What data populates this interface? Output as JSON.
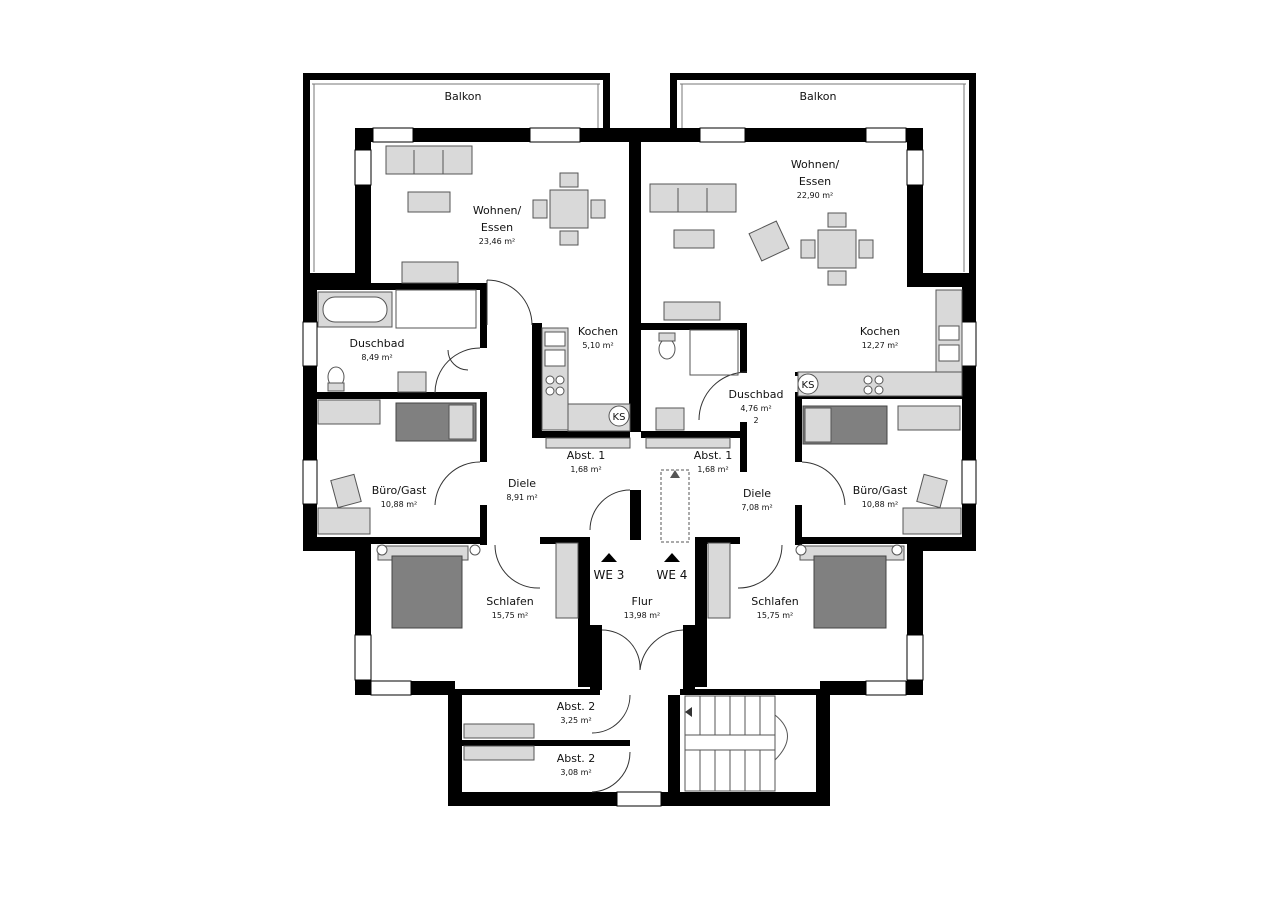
{
  "labels": {
    "balkon_left": "Balkon",
    "balkon_right": "Balkon",
    "wohnen_left_1": "Wohnen/",
    "wohnen_left_2": "Essen",
    "wohnen_left_area": "23,46 m²",
    "wohnen_right_1": "Wohnen/",
    "wohnen_right_2": "Essen",
    "wohnen_right_area": "22,90 m²",
    "kochen_left": "Kochen",
    "kochen_left_area": "5,10 m²",
    "kochen_right": "Kochen",
    "kochen_right_area": "12,27 m²",
    "duschbad_left": "Duschbad",
    "duschbad_left_area": "8,49 m²",
    "duschbad_right": "Duschbad",
    "duschbad_right_area": "4,76 m²",
    "duschbad_right_extra": "2",
    "abst1_left": "Abst. 1",
    "abst1_left_area": "1,68 m²",
    "abst1_right": "Abst. 1",
    "abst1_right_area": "1,68 m²",
    "buero_left": "Büro/Gast",
    "buero_left_area": "10,88 m²",
    "buero_right": "Büro/Gast",
    "buero_right_area": "10,88 m²",
    "diele_left": "Diele",
    "diele_left_area": "8,91 m²",
    "diele_right": "Diele",
    "diele_right_area": "7,08 m²",
    "schlafen_left": "Schlafen",
    "schlafen_left_area": "15,75 m²",
    "schlafen_right": "Schlafen",
    "schlafen_right_area": "15,75 m²",
    "flur": "Flur",
    "flur_area": "13,98 m²",
    "we3": "WE 3",
    "we4": "WE 4",
    "abst2_top": "Abst. 2",
    "abst2_top_area": "3,25 m²",
    "abst2_bottom": "Abst. 2",
    "abst2_bottom_area": "3,08 m²",
    "ks_left": "KS",
    "ks_right": "KS"
  },
  "colors": {
    "wall": "#000000",
    "furniture_fill": "#d9d9d9",
    "furniture_stroke": "#555555",
    "bed_dark": "#808080",
    "window_fill": "#ffffff"
  }
}
